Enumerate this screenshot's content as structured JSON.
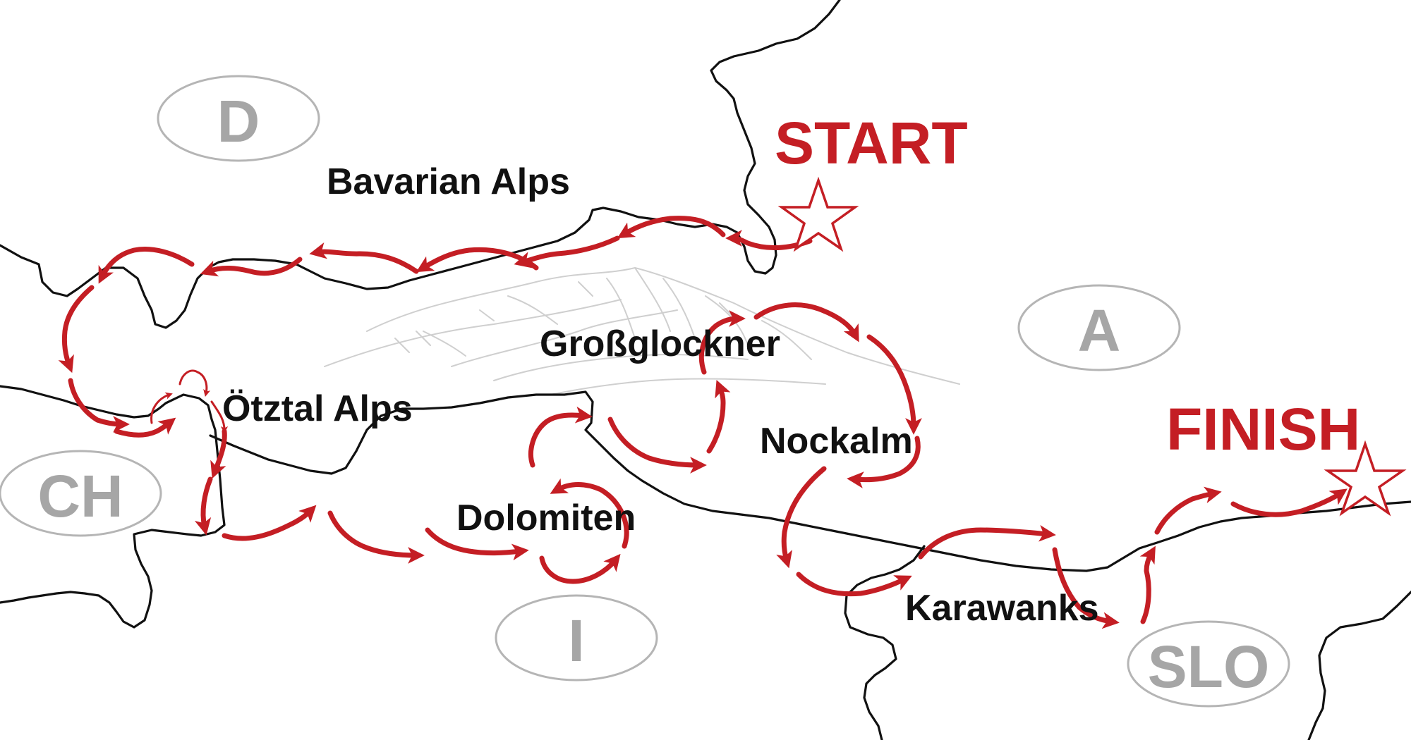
{
  "colors": {
    "route": "#c41e24",
    "border": "#111111",
    "country_oval": "#a6a6a6",
    "mountain_sketch": "#cfcfcf"
  },
  "countries": [
    {
      "id": "D",
      "label": "D"
    },
    {
      "id": "A",
      "label": "A"
    },
    {
      "id": "CH",
      "label": "CH"
    },
    {
      "id": "I",
      "label": "I"
    },
    {
      "id": "SLO",
      "label": "SLO"
    }
  ],
  "places": [
    {
      "id": "bavarian-alps",
      "label": "Bavarian Alps"
    },
    {
      "id": "grossglockner",
      "label": "Großglockner"
    },
    {
      "id": "oetztal-alps",
      "label": "Ötztal Alps"
    },
    {
      "id": "nockalm",
      "label": "Nockalm"
    },
    {
      "id": "dolomiten",
      "label": "Dolomiten"
    },
    {
      "id": "karawanks",
      "label": "Karawanks"
    }
  ],
  "route": {
    "start_label": "START",
    "finish_label": "FINISH",
    "start_icon": "star-outline-icon",
    "finish_icon": "star-outline-icon"
  }
}
